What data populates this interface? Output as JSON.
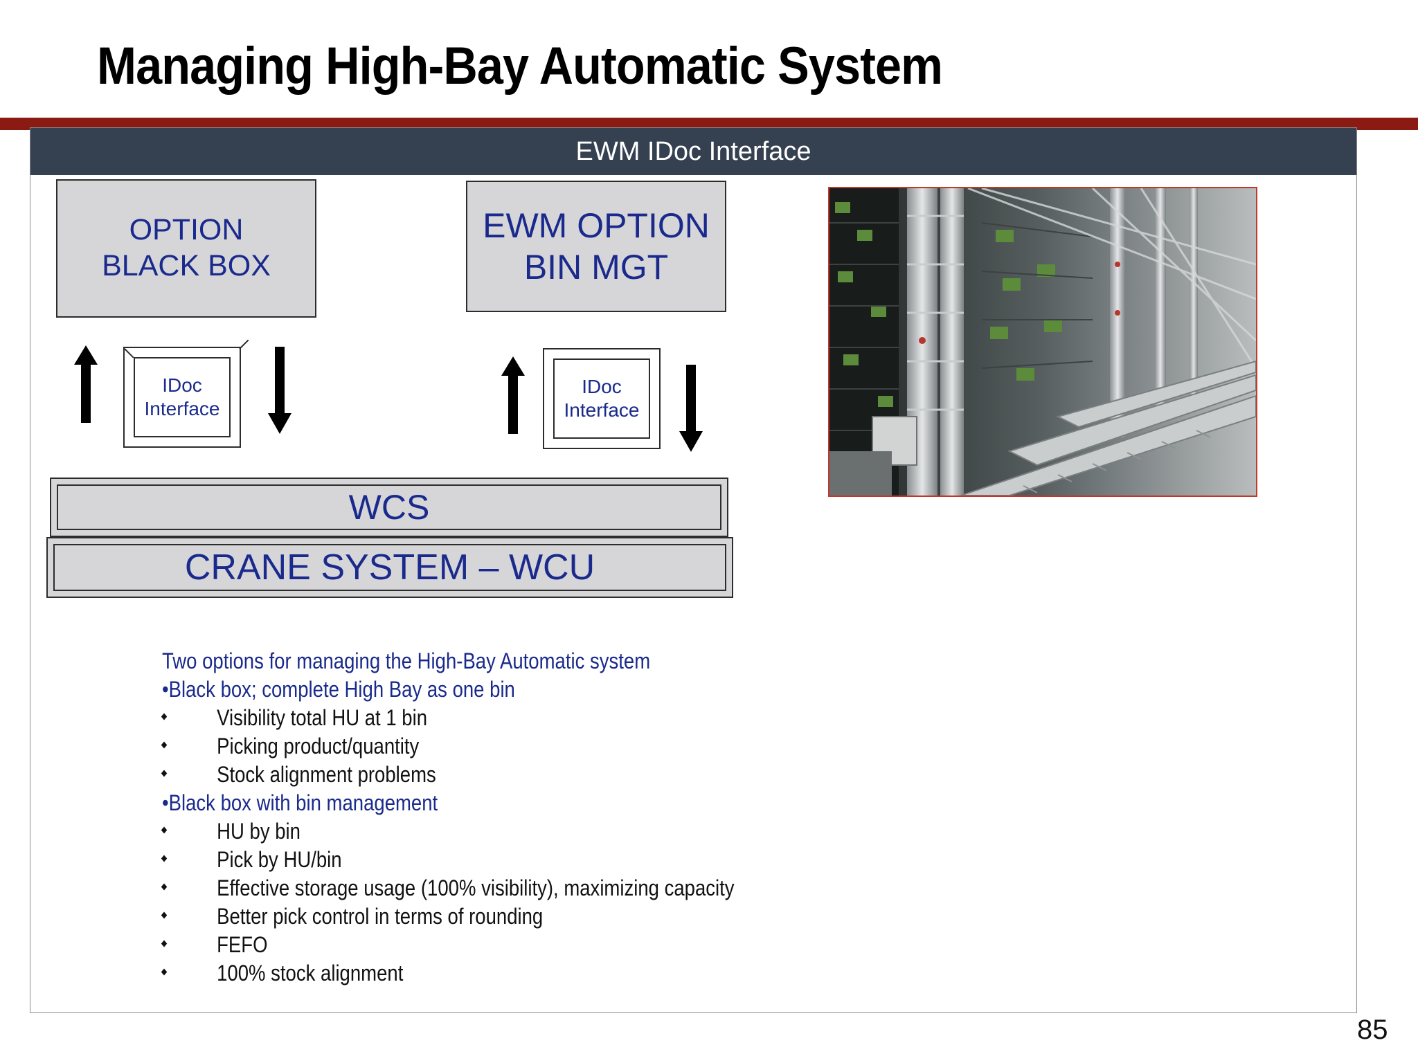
{
  "slide": {
    "title": "Managing High-Bay Automatic System",
    "page_number": "85"
  },
  "panel": {
    "header": "EWM IDoc Interface",
    "option_black_box": "OPTION\nBLACK BOX",
    "option_bin_mgt": "EWM OPTION\nBIN MGT",
    "idoc_left": "IDoc\nInterface",
    "idoc_right": "IDoc\nInterface",
    "wcs": "WCS",
    "wcu": "CRANE SYSTEM – WCU"
  },
  "notes": {
    "intro": "Two options for managing the High-Bay Automatic system",
    "option1": "•Black box; complete High Bay as one bin",
    "option1_points": [
      "Visibility total HU at 1 bin",
      "Picking product/quantity",
      "Stock alignment problems"
    ],
    "option2": "•Black box with bin management",
    "option2_points": [
      "HU by bin",
      "Pick by HU/bin",
      "Effective storage usage (100% visibility), maximizing capacity",
      "Better pick control in terms of rounding",
      "FEFO",
      "100% stock alignment"
    ]
  },
  "colors": {
    "accent_rule": "#8b1a12",
    "header_bar": "#354050",
    "box_text": "#1a2a8c",
    "box_fill": "#d6d6d8"
  }
}
